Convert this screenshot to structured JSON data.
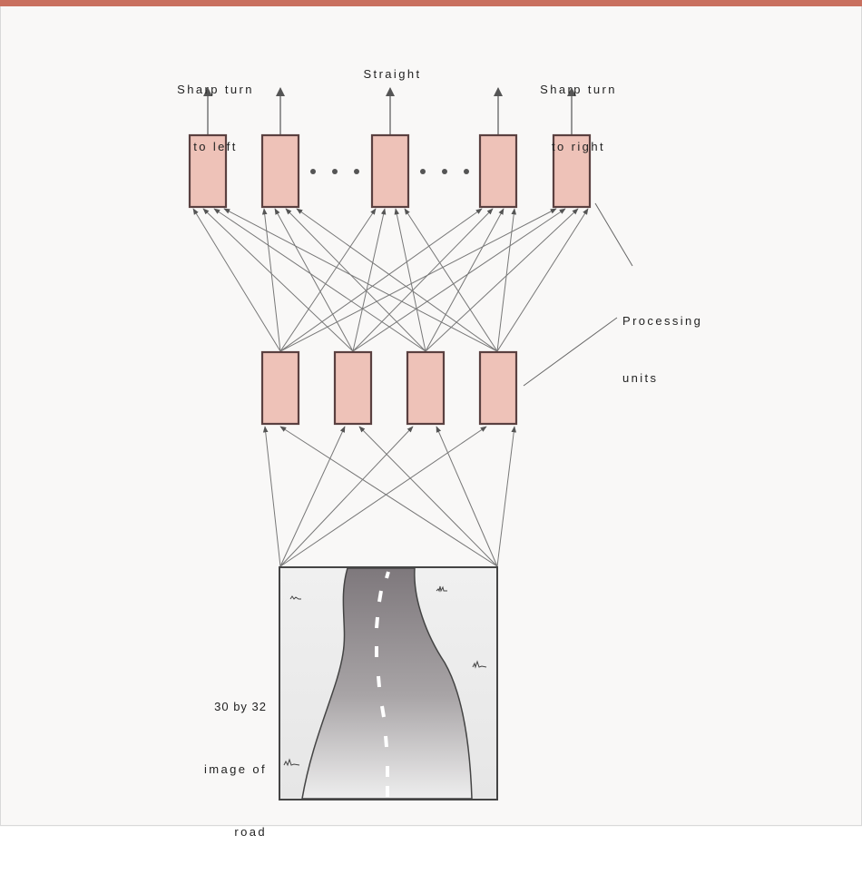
{
  "labels": {
    "sharp_left_line1": "Sharp turn",
    "sharp_left_line2": "to left",
    "straight": "Straight",
    "sharp_right_line1": "Sharp turn",
    "sharp_right_line2": "to right",
    "processing_line1": "Processing",
    "processing_line2": "units",
    "image_line1": "30 by 32",
    "image_line2": "image of",
    "image_line3": "road"
  },
  "colors": {
    "unit_fill": "#eec2b8",
    "unit_stroke": "#5a4040",
    "accent_bar": "#c9705f",
    "road": "#8f8a8d"
  }
}
